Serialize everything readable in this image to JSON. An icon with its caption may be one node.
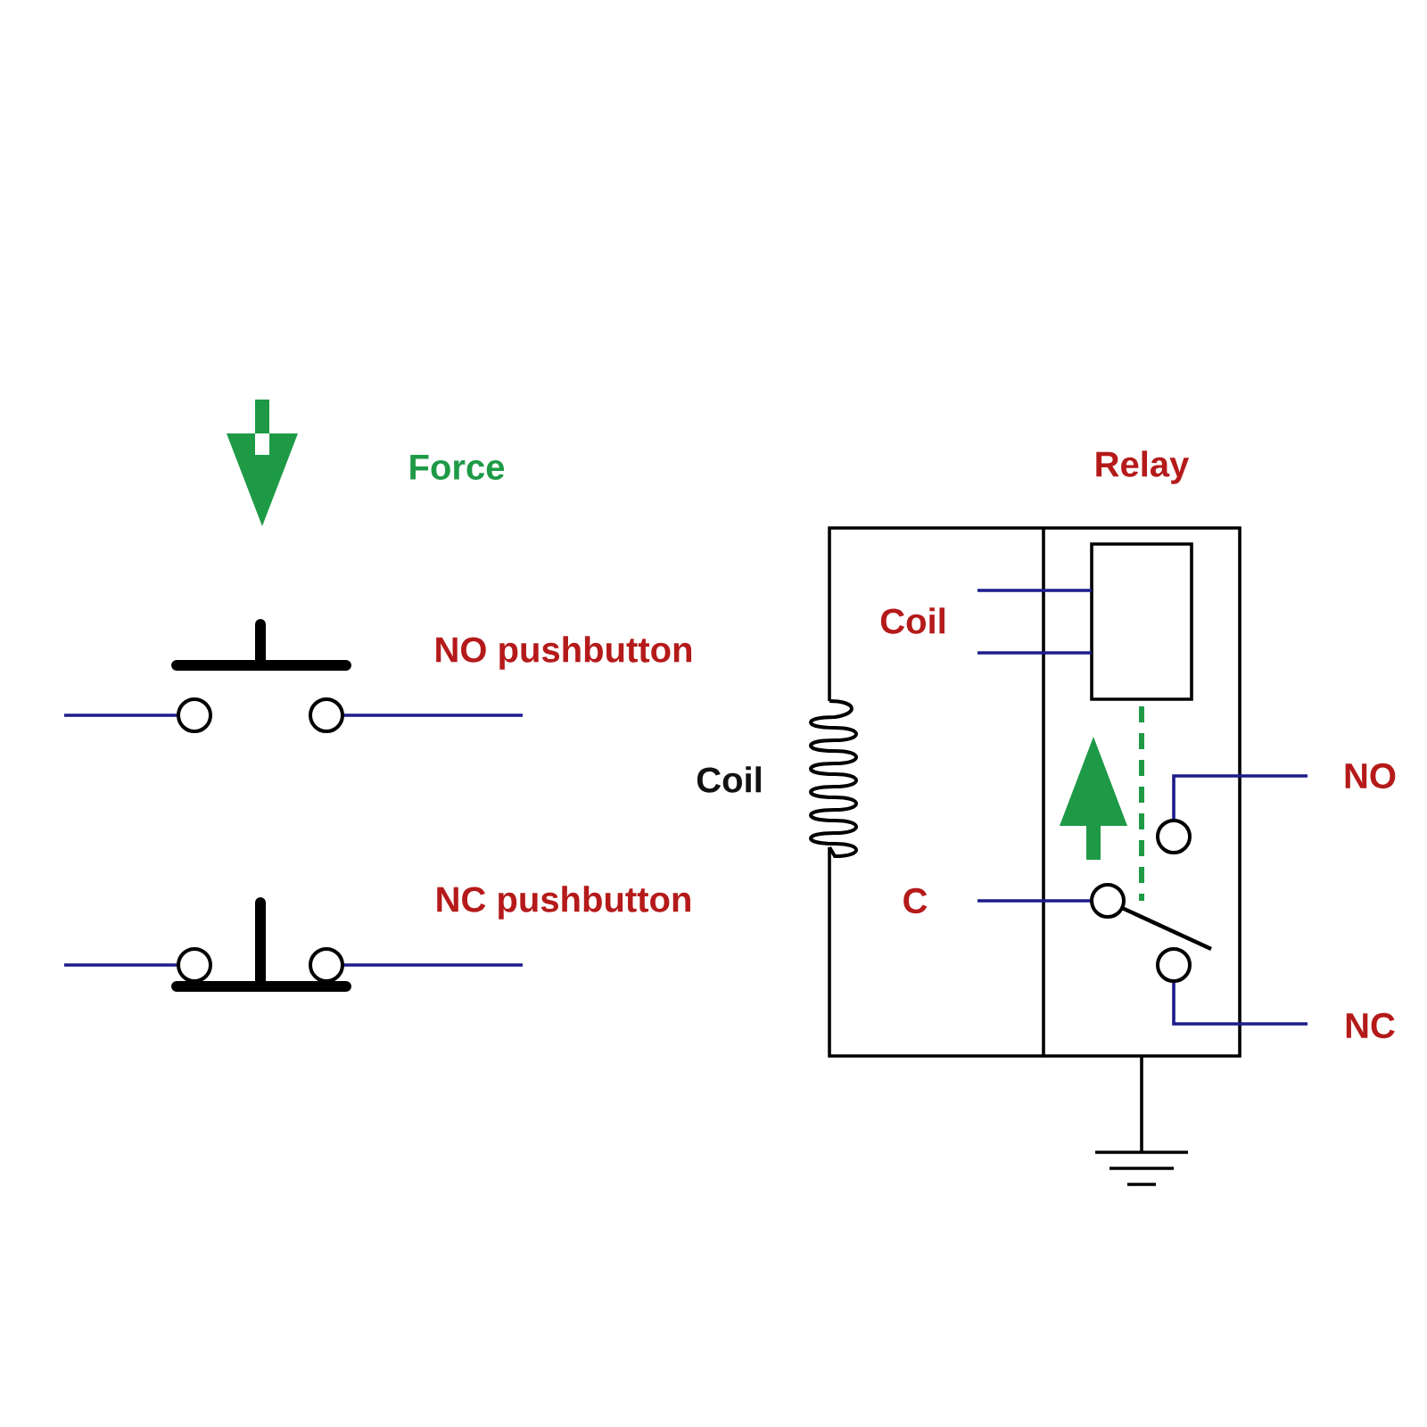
{
  "diagram": {
    "labels": [
      "Force",
      "Relay",
      "Coil",
      "NO pushbutton",
      "Coil",
      "NO",
      "NC pushbutton",
      "C",
      "NC"
    ]
  }
}
